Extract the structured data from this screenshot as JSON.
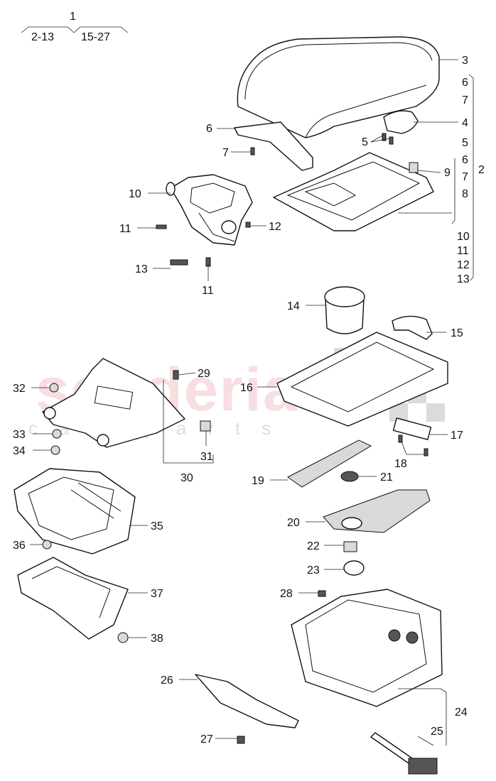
{
  "diagram": {
    "type": "exploded-parts-diagram",
    "watermark": {
      "brand": "scuderia",
      "sub": "car parts"
    },
    "tree": {
      "root": "1",
      "left": "2-13",
      "right": "15-27"
    },
    "callouts": [
      {
        "id": "c3",
        "label": "3"
      },
      {
        "id": "c2-list-6a",
        "label": "6"
      },
      {
        "id": "c2-list-7a",
        "label": "7"
      },
      {
        "id": "c4",
        "label": "4"
      },
      {
        "id": "c5-right",
        "label": "5"
      },
      {
        "id": "c5-list",
        "label": "5"
      },
      {
        "id": "c6-list",
        "label": "6"
      },
      {
        "id": "c7-list",
        "label": "7"
      },
      {
        "id": "c8-list",
        "label": "8"
      },
      {
        "id": "c2",
        "label": "2"
      },
      {
        "id": "c9",
        "label": "9"
      },
      {
        "id": "c10-list",
        "label": "10"
      },
      {
        "id": "c11-list",
        "label": "11"
      },
      {
        "id": "c12-list",
        "label": "12"
      },
      {
        "id": "c13-list",
        "label": "13"
      },
      {
        "id": "c6",
        "label": "6"
      },
      {
        "id": "c7",
        "label": "7"
      },
      {
        "id": "c10",
        "label": "10"
      },
      {
        "id": "c11a",
        "label": "11"
      },
      {
        "id": "c12",
        "label": "12"
      },
      {
        "id": "c13",
        "label": "13"
      },
      {
        "id": "c11b",
        "label": "11"
      },
      {
        "id": "c14",
        "label": "14"
      },
      {
        "id": "c15",
        "label": "15"
      },
      {
        "id": "c16",
        "label": "16"
      },
      {
        "id": "c17",
        "label": "17"
      },
      {
        "id": "c18",
        "label": "18"
      },
      {
        "id": "c19",
        "label": "19"
      },
      {
        "id": "c21",
        "label": "21"
      },
      {
        "id": "c20",
        "label": "20"
      },
      {
        "id": "c22",
        "label": "22"
      },
      {
        "id": "c23",
        "label": "23"
      },
      {
        "id": "c28",
        "label": "28"
      },
      {
        "id": "c24",
        "label": "24"
      },
      {
        "id": "c25",
        "label": "25"
      },
      {
        "id": "c26",
        "label": "26"
      },
      {
        "id": "c27",
        "label": "27"
      },
      {
        "id": "c29",
        "label": "29"
      },
      {
        "id": "c30",
        "label": "30"
      },
      {
        "id": "c31",
        "label": "31"
      },
      {
        "id": "c32",
        "label": "32"
      },
      {
        "id": "c33",
        "label": "33"
      },
      {
        "id": "c34",
        "label": "34"
      },
      {
        "id": "c35",
        "label": "35"
      },
      {
        "id": "c36",
        "label": "36"
      },
      {
        "id": "c37",
        "label": "37"
      },
      {
        "id": "c38",
        "label": "38"
      }
    ]
  }
}
